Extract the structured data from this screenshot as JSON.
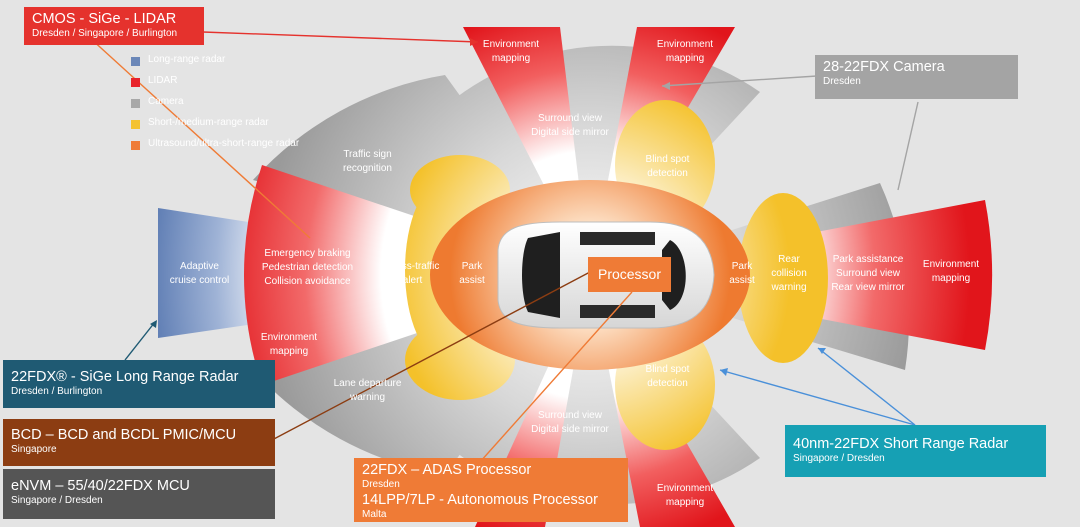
{
  "legend": [
    {
      "label": "Long-range radar",
      "color": "#6b87b8"
    },
    {
      "label": "LIDAR",
      "color": "#e8232b"
    },
    {
      "label": "Camera",
      "color": "#a8a8a8"
    },
    {
      "label": "Short-/medium-range radar",
      "color": "#f4c230"
    },
    {
      "label": "Ultrasound/ultra-short-range radar",
      "color": "#ef7b36"
    }
  ],
  "zones": {
    "env_top_left": "Environment\nmapping",
    "env_top_right": "Environment\nmapping",
    "surround_top": "Surround view\nDigital side mirror",
    "traffic_sign": "Traffic sign\nrecognition",
    "blind_spot_top": "Blind spot\ndetection",
    "adaptive_cruise": "Adaptive\ncruise control",
    "front_lidar": "Emergency braking\nPedestrian detection\nCollision avoidance",
    "cross_traffic": "Cross-traffic\nalert",
    "park_assist_front": "Park\nassist",
    "park_assist_rear": "Park\nassist",
    "rear_collision": "Rear\ncollision\nwarning",
    "rear_camera": "Park assistance\nSurround view\nRear view mirror",
    "env_right": "Environment\nmapping",
    "env_left": "Environment\nmapping",
    "lane_departure": "Lane departure\nwarning",
    "blind_spot_bottom": "Blind spot\ndetection",
    "surround_bottom": "Surround view\nDigital side mirror",
    "env_bottom": "Environment\nmapping"
  },
  "processor": "Processor",
  "callouts": {
    "cmos": {
      "title": "CMOS - SiGe - LIDAR",
      "subtitle": "Dresden / Singapore / Burlington",
      "color": "#e5322d"
    },
    "camera": {
      "title": "28-22FDX Camera",
      "subtitle": "Dresden",
      "color": "#a4a4a4"
    },
    "fdx_radar": {
      "title": "22FDX® - SiGe Long Range Radar",
      "subtitle": "Dresden / Burlington",
      "color": "#1f5a73"
    },
    "bcd": {
      "title": "BCD – BCD and BCDL PMIC/MCU",
      "subtitle": "Singapore",
      "color": "#8c3d12"
    },
    "envm": {
      "title": "eNVM – 55/40/22FDX MCU",
      "subtitle": "Singapore / Dresden",
      "color": "#555555"
    },
    "adas": {
      "title": "22FDX – ADAS Processor",
      "subtitle": "Dresden",
      "title2": "14LPP/7LP - Autonomous Processor",
      "subtitle2": "Malta",
      "color": "#ef7b36"
    },
    "short_radar": {
      "title": "40nm-22FDX Short  Range Radar",
      "subtitle": "Singapore / Dresden",
      "color": "#16a0b4"
    }
  }
}
